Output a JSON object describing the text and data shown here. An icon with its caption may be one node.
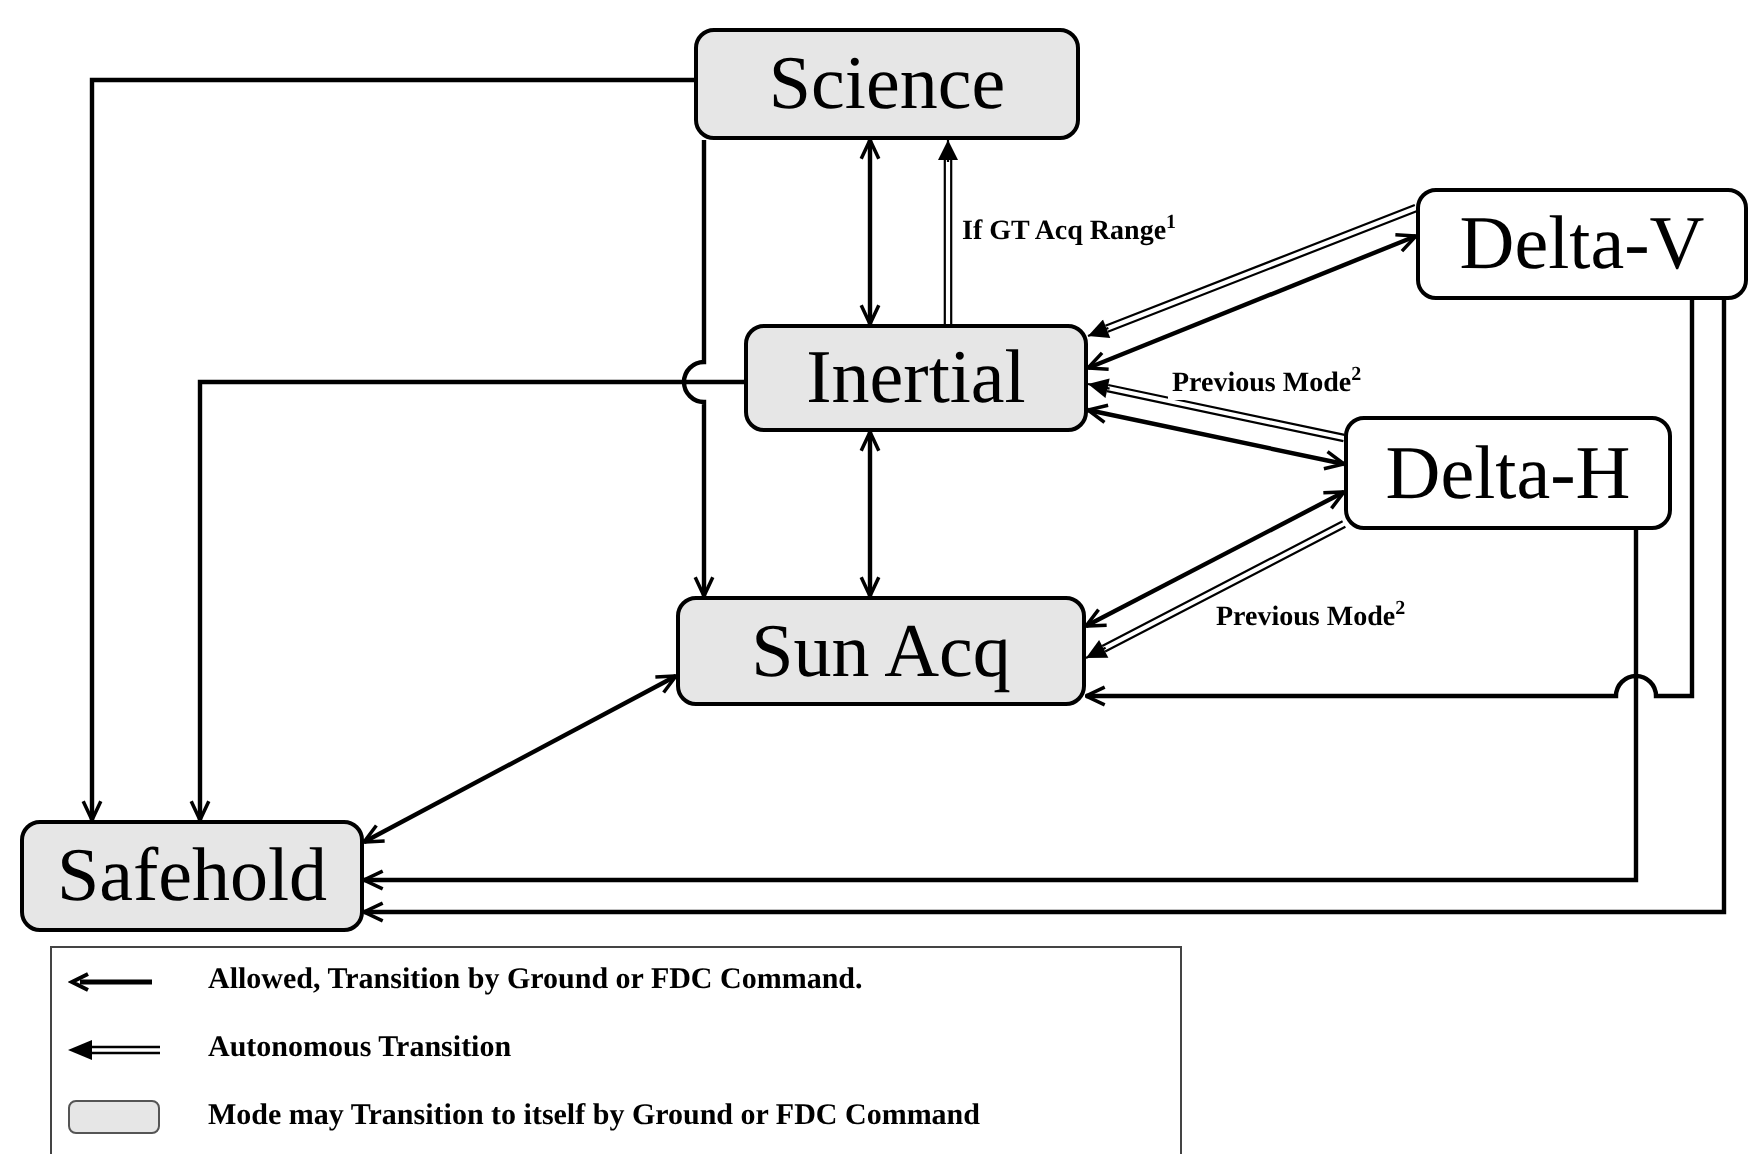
{
  "diagram": {
    "nodes": [
      {
        "text": [
          "Science"
        ]
      },
      {
        "text": [
          "Inertial"
        ]
      },
      {
        "text": [
          "Delta-V"
        ]
      },
      {
        "text": [
          "Delta-H"
        ]
      },
      {
        "text": [
          "Sun Acq"
        ]
      },
      {
        "text": [
          "Safehold"
        ]
      }
    ],
    "edges": [
      {
        "from": 0,
        "to": 5,
        "arrow": "to"
      },
      {
        "from": 0,
        "to": 4,
        "arrow": "to"
      },
      {
        "from": 0,
        "to": 1,
        "arrow": "both"
      },
      {
        "from": 1,
        "to": 0,
        "arrow": "to",
        "label": "If GT Acq Range$^{1}$"
      },
      {
        "from": 1,
        "to": 5,
        "arrow": "to"
      },
      {
        "from": 2,
        "to": 1,
        "arrow": "to"
      },
      {
        "from": 1,
        "to": 2,
        "arrow": "both"
      },
      {
        "from": 3,
        "to": 1,
        "arrow": "to",
        "label": "Previous Mode$^{2}$"
      },
      {
        "from": 1,
        "to": 3,
        "arrow": "both"
      },
      {
        "from": 1,
        "to": 4,
        "arrow": "both"
      },
      {
        "from": 4,
        "to": 3,
        "arrow": "both"
      },
      {
        "from": 3,
        "to": 4,
        "arrow": "to",
        "label": "Previous Mode$^{2}$"
      },
      {
        "from": 2,
        "to": 4,
        "arrow": "to"
      },
      {
        "from": 3,
        "to": 5,
        "arrow": "to"
      },
      {
        "from": 2,
        "to": 5,
        "arrow": "to"
      },
      {
        "from": 4,
        "to": 5,
        "arrow": "both"
      }
    ],
    "legend": [
      {
        "text": "Allowed, Transition by Ground or FDC Command."
      },
      {
        "text": "Autonomous Transition"
      },
      {
        "text": "Mode may Transition to itself by Ground or FDC Command"
      }
    ]
  }
}
